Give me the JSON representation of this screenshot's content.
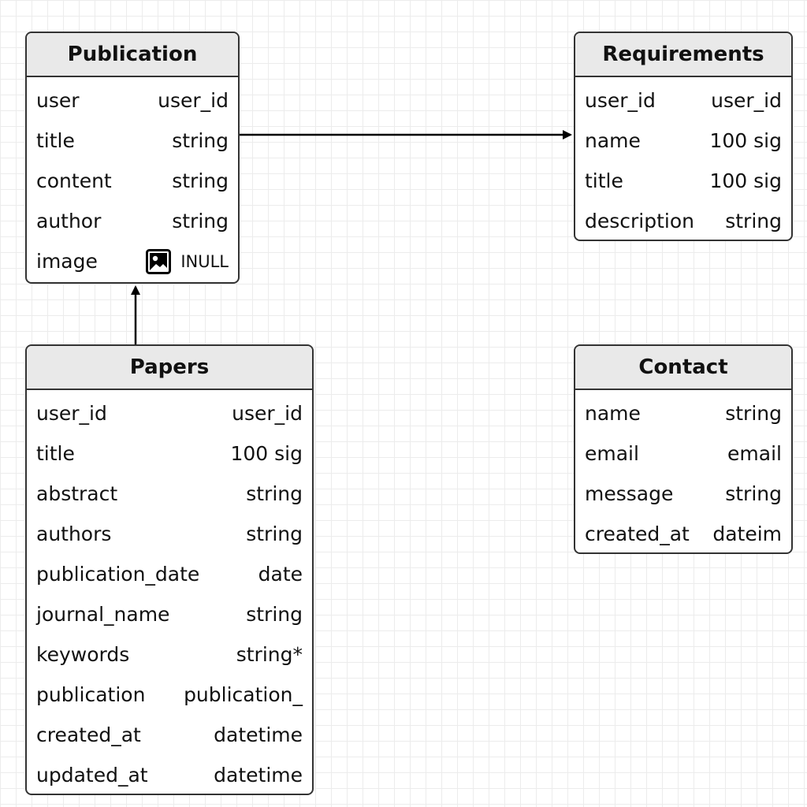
{
  "entities": {
    "publication": {
      "title": "Publication",
      "fields": [
        {
          "name": "user",
          "type": "user_id"
        },
        {
          "name": "title",
          "type": "string"
        },
        {
          "name": "content",
          "type": "string"
        },
        {
          "name": "author",
          "type": "string"
        },
        {
          "name": "image",
          "type": "INULL",
          "icon": "image-icon"
        }
      ]
    },
    "requirements": {
      "title": "Requirements",
      "fields": [
        {
          "name": "user_id",
          "type": "user_id"
        },
        {
          "name": "name",
          "type": "100 sig"
        },
        {
          "name": "title",
          "type": "100 sig"
        },
        {
          "name": "description",
          "type": "string"
        }
      ]
    },
    "papers": {
      "title": "Papers",
      "fields": [
        {
          "name": "user_id",
          "type": "user_id"
        },
        {
          "name": "title",
          "type": "100 sig"
        },
        {
          "name": "abstract",
          "type": "string"
        },
        {
          "name": "authors",
          "type": "string"
        },
        {
          "name": "publication_date",
          "type": "date"
        },
        {
          "name": "journal_name",
          "type": "string"
        },
        {
          "name": "keywords",
          "type": "string*"
        },
        {
          "name": "publication",
          "type": "publication_"
        },
        {
          "name": "created_at",
          "type": "datetime"
        },
        {
          "name": "updated_at",
          "type": "datetime"
        }
      ]
    },
    "contact": {
      "title": "Contact",
      "fields": [
        {
          "name": "name",
          "type": "string"
        },
        {
          "name": "email",
          "type": "email"
        },
        {
          "name": "message",
          "type": "string"
        },
        {
          "name": "created_at",
          "type": "dateim"
        }
      ]
    }
  },
  "colors": {
    "border": "#333333",
    "header_bg": "#e9e9e9",
    "grid": "#ececec",
    "arrow": "#000000"
  }
}
